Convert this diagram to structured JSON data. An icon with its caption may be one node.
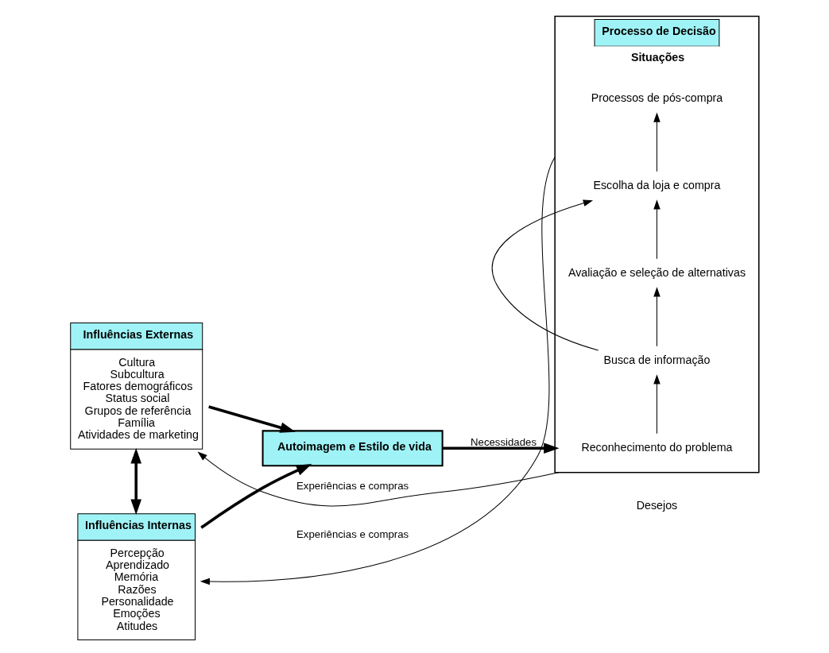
{
  "diagram": {
    "nodes": [
      {
        "text": [
          "Influências Externas",
          "Cultura",
          "Subcultura",
          "Fatores demográficos",
          "Status social",
          "Grupos de referência",
          "Família",
          "Atividades de marketing"
        ]
      },
      {
        "text": [
          "Influências Internas",
          "Percepção",
          "Aprendizado",
          "Memória",
          "Razões",
          "Personalidade",
          "Emoções",
          "Atitudes"
        ]
      },
      {
        "text": [
          "Autoimagem e Estilo de vida"
        ]
      },
      {
        "text": [
          "Processo de Decisão",
          "Situações"
        ]
      },
      {
        "text": [
          "Reconhecimento do problema"
        ],
        "in": 3
      },
      {
        "text": [
          "Busca de informação"
        ],
        "in": 3
      },
      {
        "text": [
          "Avaliação e seleção de alternativas"
        ],
        "in": 3
      },
      {
        "text": [
          "Escolha da loja e compra"
        ],
        "in": 3
      },
      {
        "text": [
          "Processos de pós-compra"
        ],
        "in": 3
      }
    ],
    "edges": [
      {
        "from": 3,
        "to": 0,
        "arrow": "to",
        "label": "Experiências e compras"
      },
      {
        "from": 0,
        "to": 1,
        "arrow": "both",
        "style": "thick"
      },
      {
        "from": 0,
        "to": 2,
        "arrow": "to",
        "style": "thick"
      },
      {
        "from": 1,
        "to": 2,
        "arrow": "to",
        "style": "thick"
      },
      {
        "from": 2,
        "to": 3,
        "arrow": "to",
        "style": "thick",
        "label": "Necessidades"
      },
      {
        "from": 4,
        "to": 5,
        "arrow": "to"
      },
      {
        "from": 5,
        "to": 6,
        "arrow": "to"
      },
      {
        "from": 6,
        "to": 7,
        "arrow": "to"
      },
      {
        "from": 7,
        "to": 8,
        "arrow": "to"
      },
      {
        "from": 5,
        "to": 7,
        "arrow": "to"
      },
      {
        "from": 3,
        "to": 1,
        "arrow": "to",
        "label": "Experiências e compras"
      }
    ],
    "labels": [
      "Desejos"
    ]
  }
}
